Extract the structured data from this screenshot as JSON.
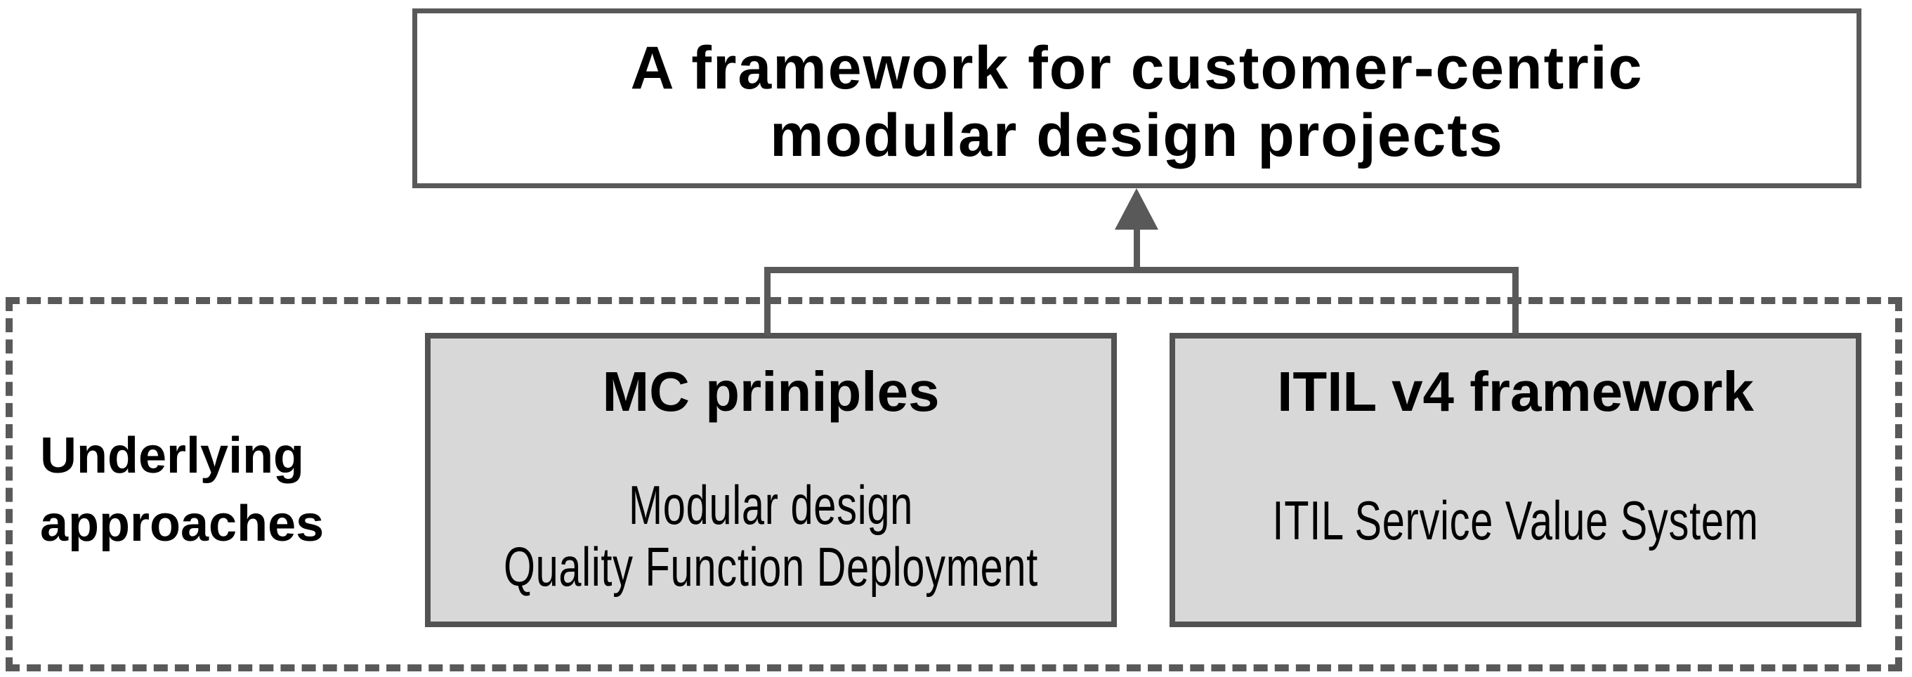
{
  "diagram": {
    "title": "A framework for customer-centric modular design projects",
    "title_lines": [
      "A framework for customer-centric",
      "modular design projects"
    ],
    "side_label": "Underlying approaches",
    "side_label_lines": [
      "Underlying",
      "approaches"
    ],
    "boxes": [
      {
        "heading": "MC priniples",
        "body_lines": [
          "Modular design",
          "Quality Function Deployment"
        ]
      },
      {
        "heading": "ITIL v4 framework",
        "body_lines": [
          "ITIL Service Value System"
        ]
      }
    ],
    "connector": {
      "type": "upward-arrow-bracket",
      "from": "both approach boxes",
      "to": "framework title box"
    },
    "colors": {
      "line": "#595959",
      "box_border": "#525252",
      "box_fill": "#d8d8d8",
      "text": "#000000",
      "background": "#ffffff"
    }
  }
}
